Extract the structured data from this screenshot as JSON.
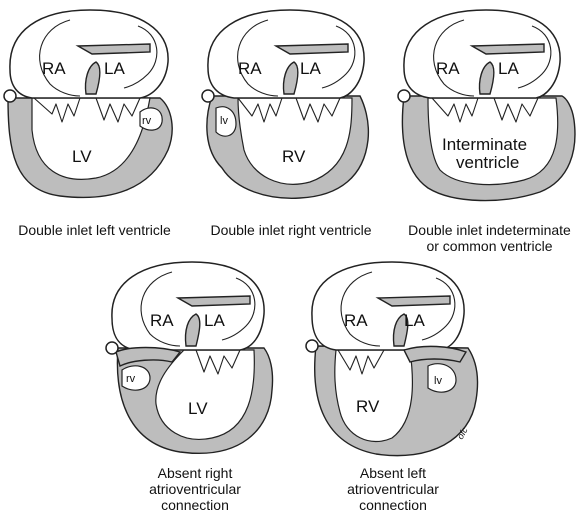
{
  "panels": [
    {
      "id": "dilv",
      "labels": {
        "ra": "RA",
        "la": "LA",
        "ventricle": "LV",
        "rudimentary": "rv"
      },
      "caption": "Double inlet left ventricle"
    },
    {
      "id": "dirv",
      "labels": {
        "ra": "RA",
        "la": "LA",
        "ventricle": "RV",
        "rudimentary": "lv"
      },
      "caption": "Double inlet right ventricle"
    },
    {
      "id": "diiv",
      "labels": {
        "ra": "RA",
        "la": "LA",
        "ventricle_line1": "Interminate",
        "ventricle_line2": "ventricle"
      },
      "caption": "Double inlet indeterminate\nor common ventricle"
    },
    {
      "id": "arav",
      "labels": {
        "ra": "RA",
        "la": "LA",
        "ventricle": "LV",
        "rudimentary": "rv"
      },
      "caption": "Absent right\natrioventricular\nconnection"
    },
    {
      "id": "alav",
      "labels": {
        "ra": "RA",
        "la": "LA",
        "ventricle": "RV",
        "rudimentary": "lv"
      },
      "caption": "Absent left\natrioventricular\nconnection"
    }
  ],
  "signature": "ofc"
}
